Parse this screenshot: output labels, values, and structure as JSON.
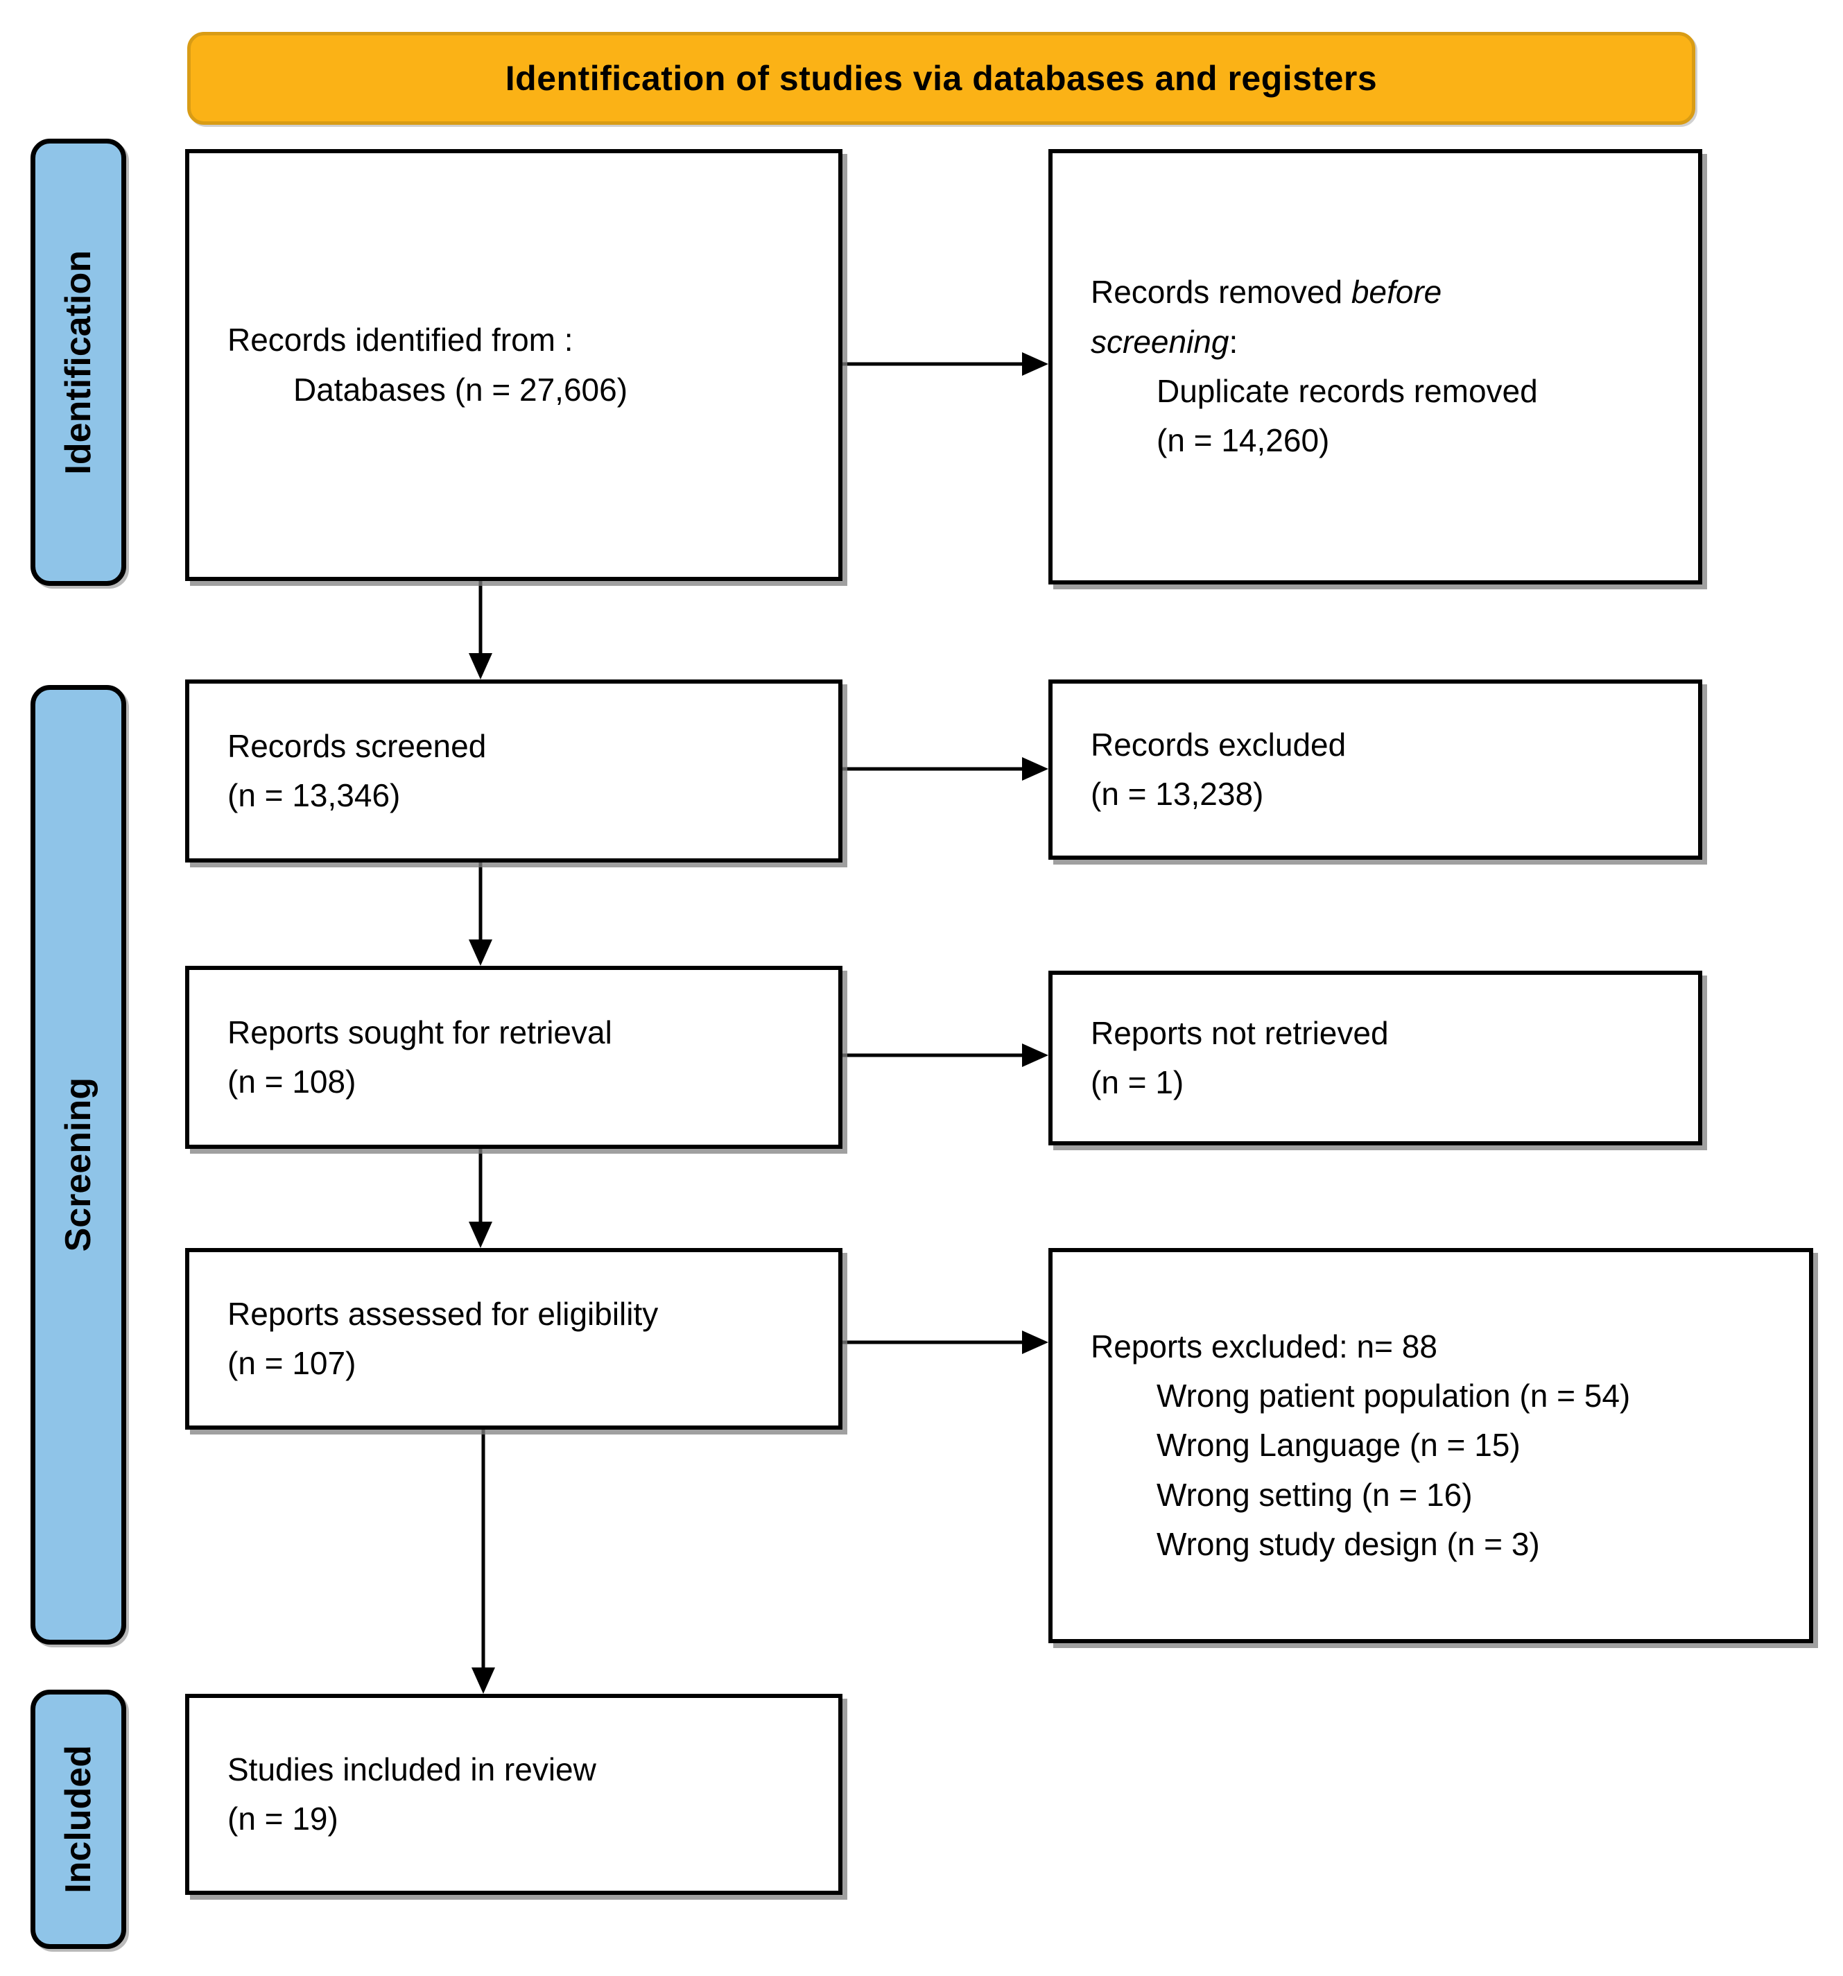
{
  "banner": {
    "label": "Identification of studies via databases and registers"
  },
  "colors": {
    "banner_fill": "#FBB216",
    "banner_border": "#D99C15",
    "stage_fill": "#8FC4E8",
    "box_border": "#000000",
    "shadow": "#808080"
  },
  "sidebar": {
    "stages": [
      {
        "label": "Identification"
      },
      {
        "label": "Screening"
      },
      {
        "label": "Included"
      }
    ]
  },
  "flow": {
    "identified": {
      "line1": "Records identified from :",
      "line2": "Databases (n = 27,606)"
    },
    "removed_before_screening": {
      "pre": "Records removed ",
      "italic1": "before",
      "italic2": "screening",
      "post": ":",
      "detail_line1": "Duplicate records removed",
      "detail_line2": "(n = 14,260)"
    },
    "screened": {
      "line1": "Records screened",
      "line2": "(n = 13,346)"
    },
    "records_excluded": {
      "line1": "Records excluded",
      "line2": "(n = 13,238)"
    },
    "sought": {
      "line1": "Reports sought for retrieval",
      "line2": "(n = 108)"
    },
    "not_retrieved": {
      "line1": "Reports not retrieved",
      "line2": "(n = 1)"
    },
    "assessed": {
      "line1": "Reports assessed for eligibility",
      "line2": "(n = 107)"
    },
    "reports_excluded": {
      "header": "Reports excluded: n= 88",
      "reasons": [
        "Wrong patient population (n = 54)",
        "Wrong Language (n = 15)",
        "Wrong setting (n = 16)",
        "Wrong study design (n = 3)"
      ]
    },
    "included": {
      "line1": "Studies included in review",
      "line2": "(n = 19)"
    }
  }
}
